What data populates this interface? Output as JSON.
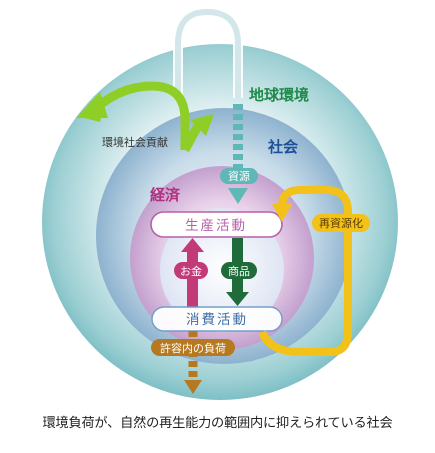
{
  "labels": {
    "environment": "地球環境",
    "society": "社会",
    "economy": "経済",
    "contribution": "環境社会貢献",
    "resources": "資源",
    "production": "生産活動",
    "recycling": "再資源化",
    "money": "お金",
    "products": "商品",
    "consumption": "消費活動",
    "tolerable_load": "許容内の負荷"
  },
  "caption": "環境負荷が、自然の再生能力の範囲内に抑えられている社会",
  "colors": {
    "environment_label": "#1f8a4a",
    "society_label": "#1e4f9a",
    "economy_label": "#b0307e",
    "contribution_arrow": "#8fce27",
    "resource_arrow": "#5fb7b6",
    "product_arrow": "#1f6b3a",
    "money_arrow": "#c23a78",
    "recycling_arrow": "#f2c21b",
    "load_arrow": "#b7791f",
    "activity_box_border": "#b85fa7"
  }
}
